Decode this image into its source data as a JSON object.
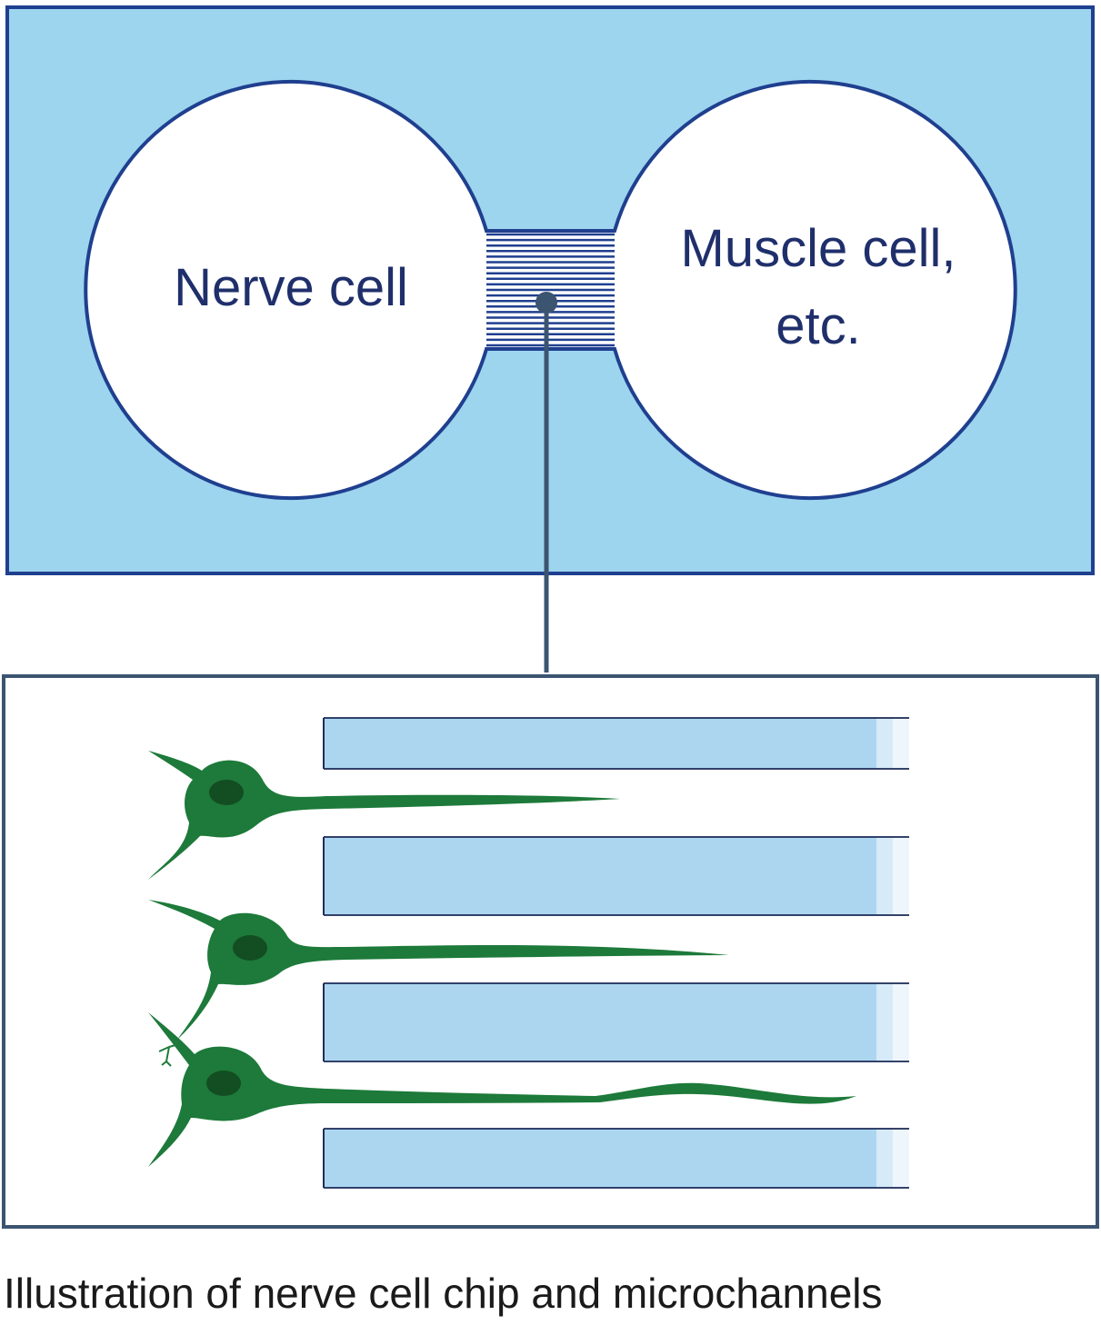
{
  "chip": {
    "left_chamber_label": "Nerve cell",
    "right_chamber_label_line1": "Muscle cell,",
    "right_chamber_label_line2": "etc."
  },
  "caption": "Illustration of nerve cell chip and microchannels",
  "colors": {
    "chip_fill": "#9dd4ee",
    "outline": "#1f3f8f",
    "connector": "#3b5470",
    "channel_fill": "#acd6f0",
    "neuron": "#1d7a3a",
    "nucleus": "#134d22"
  }
}
